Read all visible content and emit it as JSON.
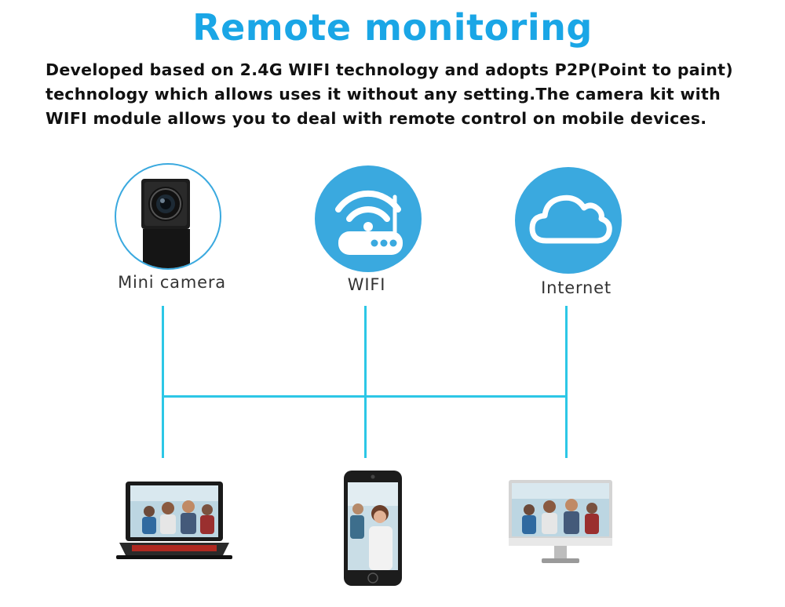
{
  "title": "Remote monitoring",
  "description": {
    "line1": "Developed based on 2.4G WIFI technology and adopts P2P(Point to paint)",
    "line2": "technology which allows uses it without any setting.The camera kit with",
    "line3": "WIFI module allows you to deal with remote control on mobile devices."
  },
  "nodes": {
    "camera_label": "Mini camera",
    "wifi_label": "WIFI",
    "internet_label": "Internet"
  },
  "devices": [
    "laptop",
    "smartphone",
    "desktop-monitor"
  ],
  "colors": {
    "title": "#1aa6e6",
    "connector": "#2cc7e6",
    "icon_fill": "#3aa9df"
  }
}
